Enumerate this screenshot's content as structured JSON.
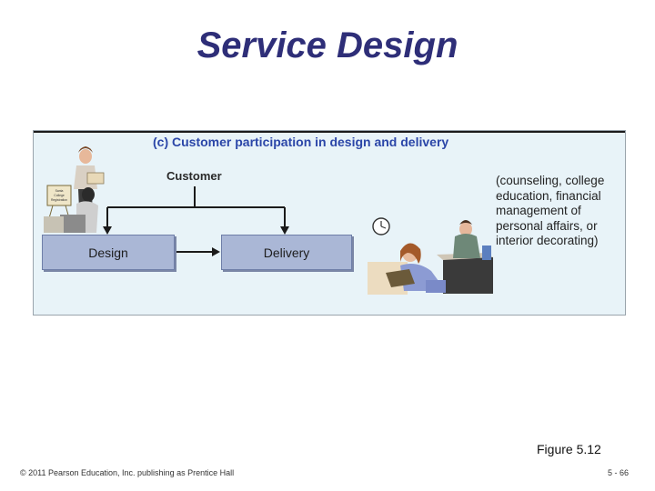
{
  "slide": {
    "title": "Service Design",
    "figure_number": "Figure 5.12",
    "copyright": "© 2011 Pearson Education, Inc. publishing as Prentice Hall",
    "page_number": "5 - 66"
  },
  "diagram": {
    "heading": "(c) Customer participation in design and delivery",
    "customer_label": "Customer",
    "boxes": {
      "design": "Design",
      "delivery": "Delivery"
    },
    "examples_lines": [
      "(counseling, college",
      "education, financial",
      "management of",
      "personal affairs, or",
      "interior decorating)"
    ],
    "sign_lines": [
      "Santa",
      "College",
      "Registration"
    ],
    "colors": {
      "heading": "#2b46a8",
      "box_fill": "#aab7d6",
      "panel_background": "#e8f3f8",
      "title": "#2e2e78"
    },
    "icons": [
      "registration-scene-illustration",
      "clock-icon",
      "counseling-scene-illustration"
    ]
  }
}
